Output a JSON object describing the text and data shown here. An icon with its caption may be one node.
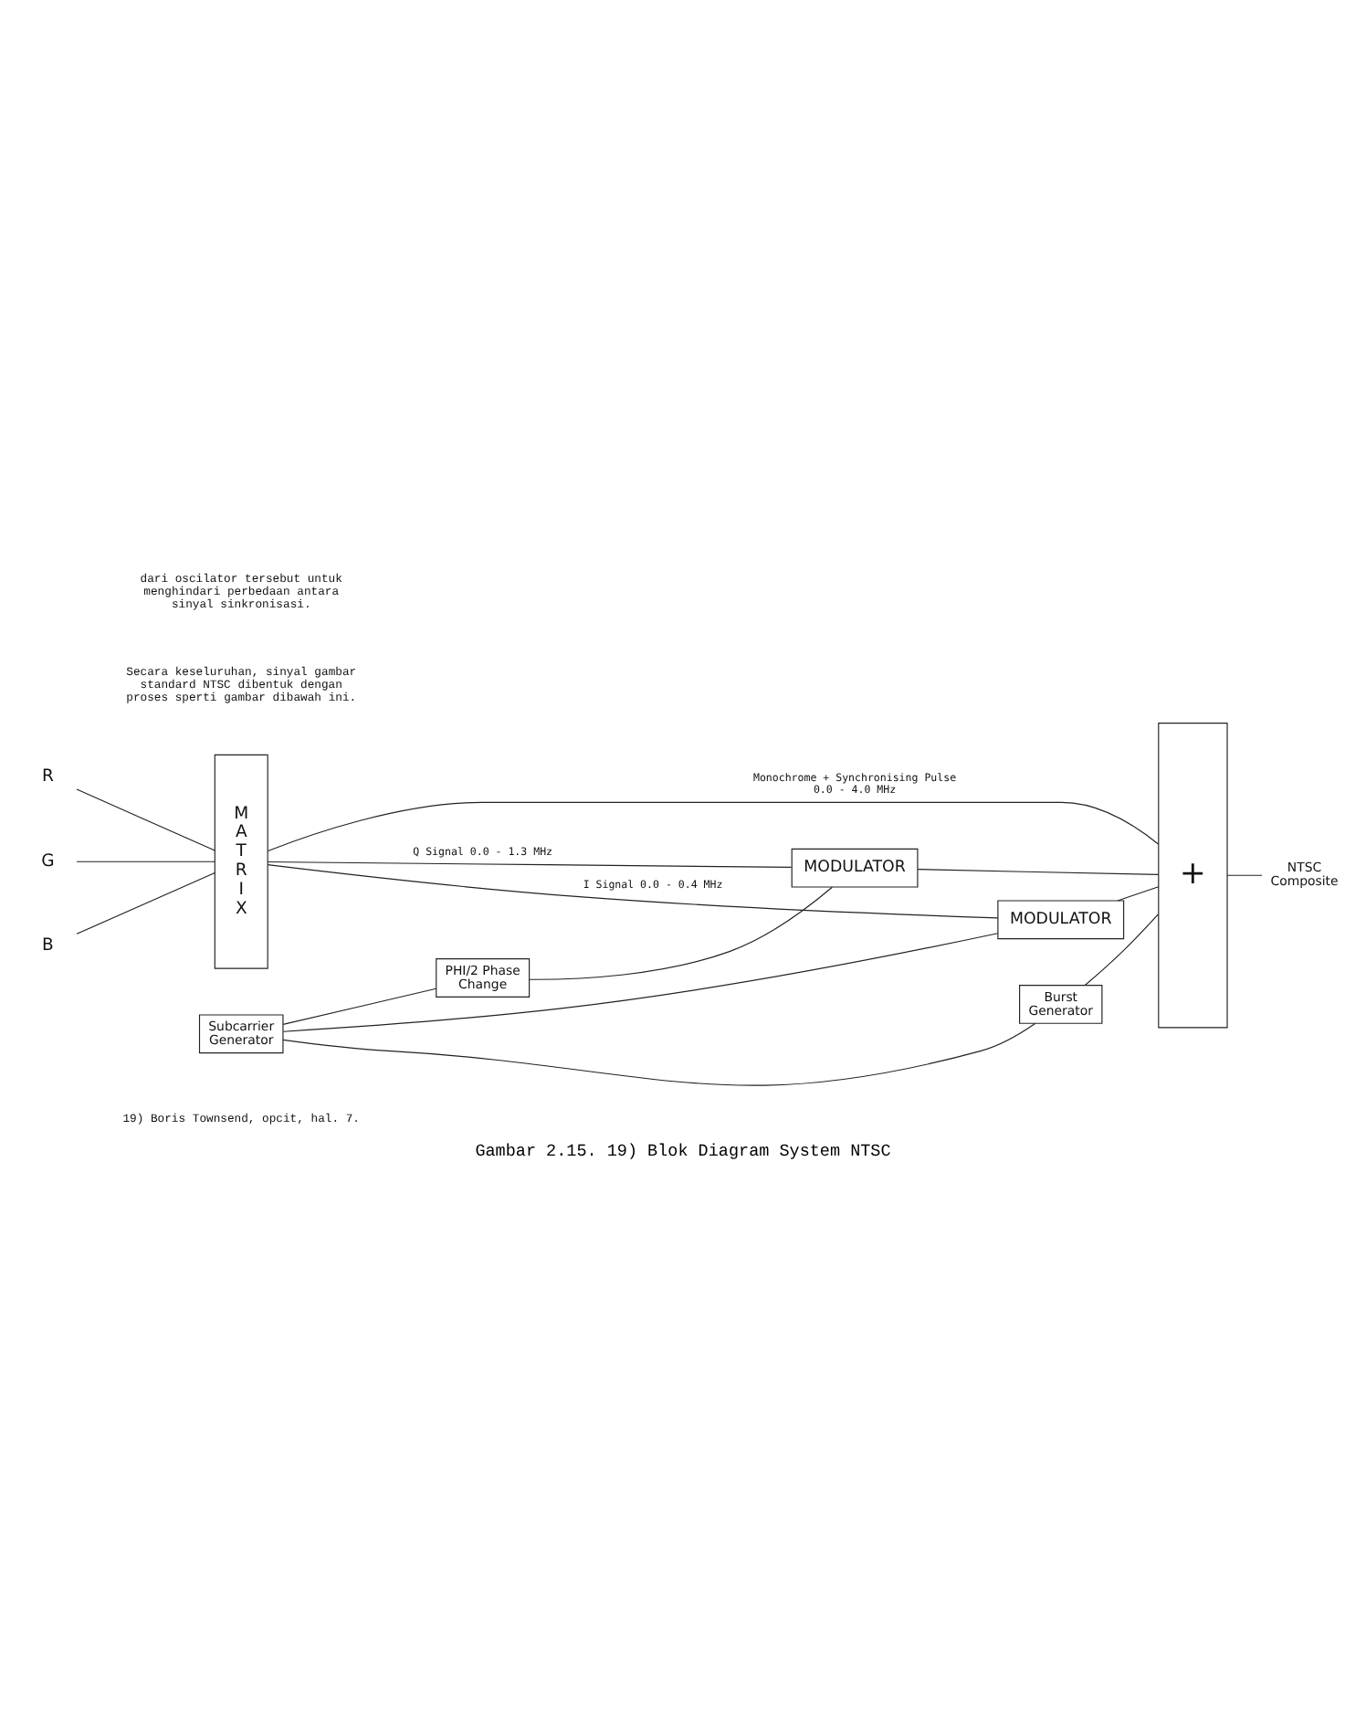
{
  "diagram": {
    "caption": "Gambar 2.15. 19) Blok Diagram System NTSC",
    "nodes": [
      {
        "text": [
          "R"
        ]
      },
      {
        "text": [
          "G"
        ]
      },
      {
        "text": [
          "B"
        ]
      },
      {
        "text": [
          "M A T R I X"
        ]
      },
      {
        "text": [
          "MODULATOR"
        ]
      },
      {
        "text": [
          "MODULATOR"
        ]
      },
      {
        "text": [
          "PHI/2 Phase Change"
        ]
      },
      {
        "text": [
          "Subcarrier Generator"
        ]
      },
      {
        "text": [
          "Burst Generator"
        ]
      },
      {
        "text": [
          "+"
        ]
      },
      {
        "text": [
          "NTSC Composite"
        ]
      }
    ],
    "edges": [
      {
        "from": 0,
        "to": 3,
        "arrow": "none"
      },
      {
        "from": 1,
        "to": 3,
        "arrow": "none"
      },
      {
        "from": 2,
        "to": 3,
        "arrow": "none"
      },
      {
        "from": 3,
        "to": 9,
        "arrow": "none",
        "label": "Monochrome + Synchronising Pulse 0.0 - 4.0 MHz"
      },
      {
        "from": 3,
        "to": 4,
        "arrow": "none",
        "label": "Q Signal 0.0 - 1.3 MHz"
      },
      {
        "from": 3,
        "to": 5,
        "arrow": "none",
        "label": "I Signal 0.0 - 0.4 MHz"
      },
      {
        "from": 4,
        "to": 9,
        "arrow": "none"
      },
      {
        "from": 5,
        "to": 9,
        "arrow": "none"
      },
      {
        "from": 6,
        "to": 4,
        "arrow": "none"
      },
      {
        "from": 7,
        "to": 6,
        "arrow": "none"
      },
      {
        "from": 7,
        "to": 5,
        "arrow": "none"
      },
      {
        "from": 7,
        "to": 8,
        "arrow": "none"
      },
      {
        "from": 8,
        "to": 9,
        "arrow": "none"
      },
      {
        "from": 9,
        "to": 10,
        "arrow": "none"
      }
    ],
    "labels": [
      "dari oscilator tersebut untuk menghindari perbedaan antara sinyal sinkronisasi.",
      "Secara keseluruhan, sinyal gambar standard NTSC dibentuk dengan proses sperti gambar dibawah ini.",
      "19) Boris Townsend, opcit, hal. 7."
    ]
  }
}
